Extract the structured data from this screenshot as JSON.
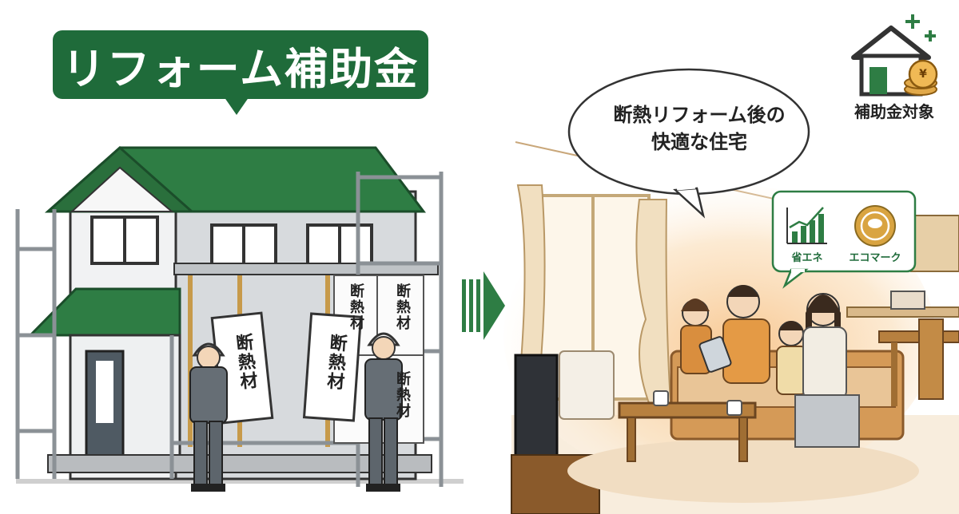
{
  "title": "リフォーム補助金",
  "speech_bubble": {
    "line1": "断熱リフォーム後の",
    "line2": "快適な住宅"
  },
  "subsidy_icon": {
    "label": "補助金対象",
    "currency_symbol": "¥"
  },
  "eco_card": {
    "left_label": "省エネ",
    "right_label": "エコマーク"
  },
  "insulation_label": "断熱材",
  "colors": {
    "brand_green": "#1f6b3a",
    "roof_green": "#2e7d44",
    "warm_glow": "#f6c48a",
    "wood": "#b7803f"
  },
  "icons": [
    "house-subsidy-icon",
    "plus-icon",
    "yen-coin-icon",
    "energy-chart-icon",
    "eco-mark-icon",
    "arrow-right-icon"
  ]
}
